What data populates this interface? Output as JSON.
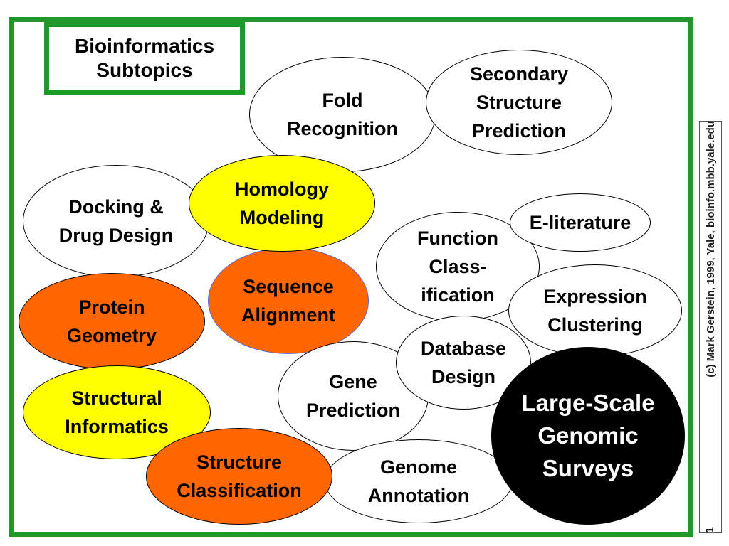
{
  "title": [
    "Bioinformatics",
    "Subtopics"
  ],
  "topics": {
    "secondary_structure": [
      "Secondary",
      "Structure",
      "Prediction"
    ],
    "fold_recognition": [
      "Fold",
      "Recognition"
    ],
    "docking": [
      "Docking &",
      "Drug Design"
    ],
    "homology_modeling": [
      "Homology",
      "Modeling"
    ],
    "e_literature": [
      "E-literature"
    ],
    "function_classification": [
      "Function",
      "Class-",
      "ification"
    ],
    "sequence_alignment": [
      "Sequence",
      "Alignment"
    ],
    "expression_clustering": [
      "Expression",
      "Clustering"
    ],
    "protein_geometry": [
      "Protein",
      "Geometry"
    ],
    "database_design": [
      "Database",
      "Design"
    ],
    "gene_prediction": [
      "Gene",
      "Prediction"
    ],
    "large_scale": [
      "Large-Scale",
      "Genomic",
      "Surveys"
    ],
    "structural_informatics": [
      "Structural",
      "Informatics"
    ],
    "structure_classification": [
      "Structure",
      "Classification"
    ],
    "genome_annotation": [
      "Genome",
      "Annotation"
    ]
  },
  "footer": {
    "page_number": "1",
    "credit": "(c) Mark Gerstein, 1999, Yale, bioinfo.mbb.yale.edu"
  },
  "colors": {
    "frame_green": "#1f9a2a",
    "yellow": "#ffff00",
    "orange": "#ff6600",
    "black": "#000000",
    "white": "#ffffff"
  }
}
